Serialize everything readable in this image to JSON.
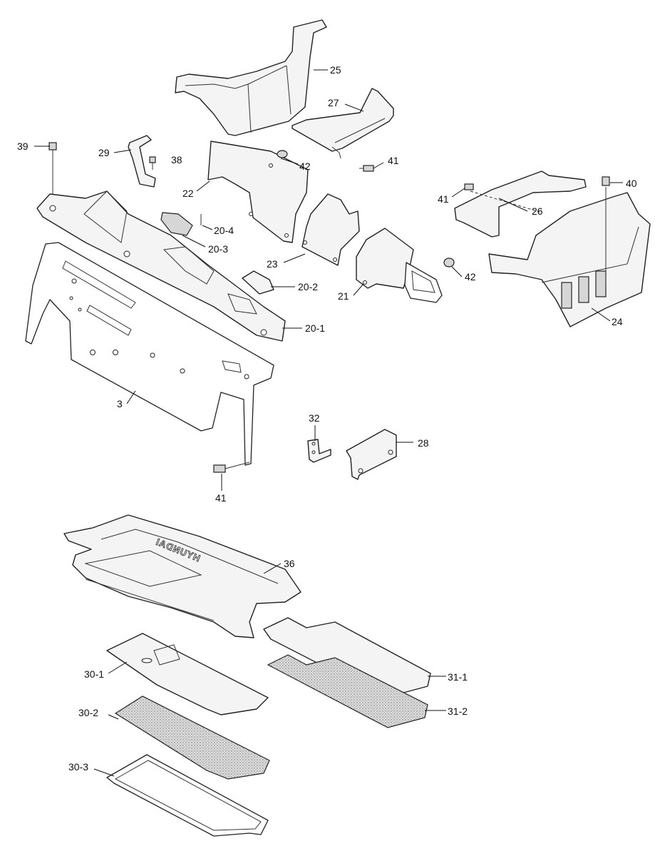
{
  "diagram": {
    "callouts": [
      {
        "id": "c25",
        "text": "25"
      },
      {
        "id": "c27",
        "text": "27"
      },
      {
        "id": "c39",
        "text": "39"
      },
      {
        "id": "c29",
        "text": "29"
      },
      {
        "id": "c38",
        "text": "38"
      },
      {
        "id": "c42a",
        "text": "42"
      },
      {
        "id": "c41a",
        "text": "41"
      },
      {
        "id": "c22",
        "text": "22"
      },
      {
        "id": "c41b",
        "text": "41"
      },
      {
        "id": "c40",
        "text": "40"
      },
      {
        "id": "c26",
        "text": "26"
      },
      {
        "id": "c20_4",
        "text": "20-4"
      },
      {
        "id": "c20_3",
        "text": "20-3"
      },
      {
        "id": "c23",
        "text": "23"
      },
      {
        "id": "c42b",
        "text": "42"
      },
      {
        "id": "c21",
        "text": "21"
      },
      {
        "id": "c20_2",
        "text": "20-2"
      },
      {
        "id": "c24",
        "text": "24"
      },
      {
        "id": "c20_1",
        "text": "20-1"
      },
      {
        "id": "c3",
        "text": "3"
      },
      {
        "id": "c32",
        "text": "32"
      },
      {
        "id": "c28",
        "text": "28"
      },
      {
        "id": "c41c",
        "text": "41"
      },
      {
        "id": "c36",
        "text": "36"
      },
      {
        "id": "c30_1",
        "text": "30-1"
      },
      {
        "id": "c31_1",
        "text": "31-1"
      },
      {
        "id": "c30_2",
        "text": "30-2"
      },
      {
        "id": "c31_2",
        "text": "31-2"
      },
      {
        "id": "c30_3",
        "text": "30-3"
      }
    ],
    "logo_text": "HYUNDAI"
  }
}
